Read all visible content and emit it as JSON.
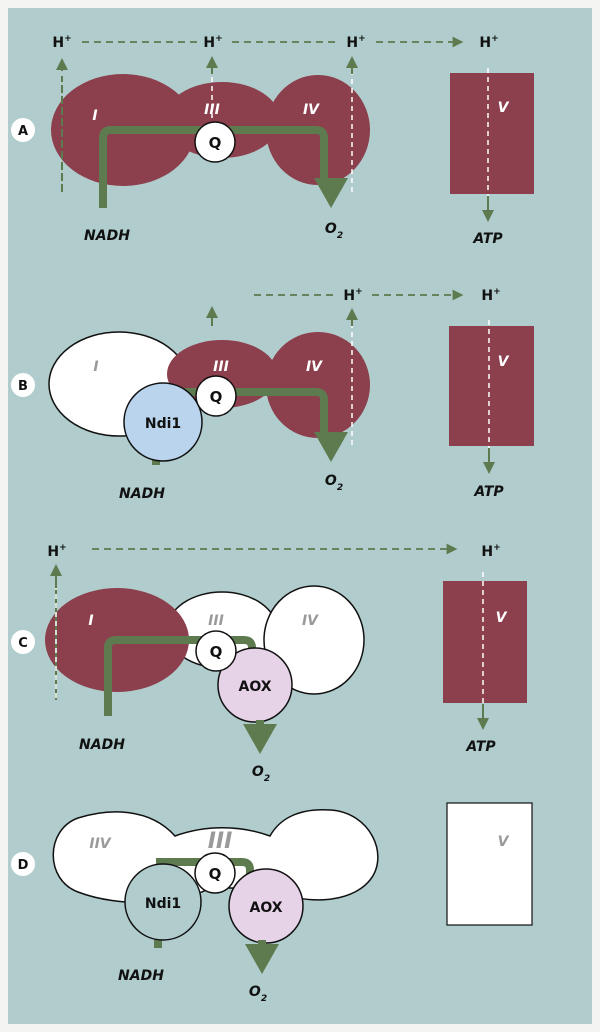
{
  "colors": {
    "frame": "#f4f4f2",
    "background": "#b0cccc",
    "complex_active": "#8c3f4c",
    "complex_inactive": "#ffffff",
    "ndi1": "#b9d4ec",
    "aox": "#e7d3e8",
    "ndi1_inactive": "#b0cccc",
    "arrow": "#5e7a4f",
    "text_dark": "#111111",
    "text_gray": "#9a9a9a",
    "text_light": "#ffffff"
  },
  "panels": {
    "A": {
      "letter": "A",
      "labels": {
        "I": "I",
        "III": "III",
        "IV": "IV",
        "V": "V",
        "Q": "Q",
        "NADH": "NADH",
        "O": "O",
        "O_sub": "2",
        "ATP": "ATP",
        "H": "H",
        "H_sup": "+"
      }
    },
    "B": {
      "letter": "B",
      "labels": {
        "I": "I",
        "III": "III",
        "IV": "IV",
        "V": "V",
        "Q": "Q",
        "Ndi1": "Ndi1",
        "NADH": "NADH",
        "O": "O",
        "O_sub": "2",
        "ATP": "ATP",
        "H": "H",
        "H_sup": "+"
      }
    },
    "C": {
      "letter": "C",
      "labels": {
        "I": "I",
        "III": "III",
        "IV": "IV",
        "V": "V",
        "Q": "Q",
        "AOX": "AOX",
        "NADH": "NADH",
        "O": "O",
        "O_sub": "2",
        "ATP": "ATP",
        "H": "H",
        "H_sup": "+"
      }
    },
    "D": {
      "letter": "D",
      "labels": {
        "IIV": "IIV",
        "III": "III",
        "V": "V",
        "Q": "Q",
        "Ndi1": "Ndi1",
        "AOX": "AOX",
        "NADH": "NADH",
        "O": "O",
        "O_sub": "2"
      }
    }
  }
}
